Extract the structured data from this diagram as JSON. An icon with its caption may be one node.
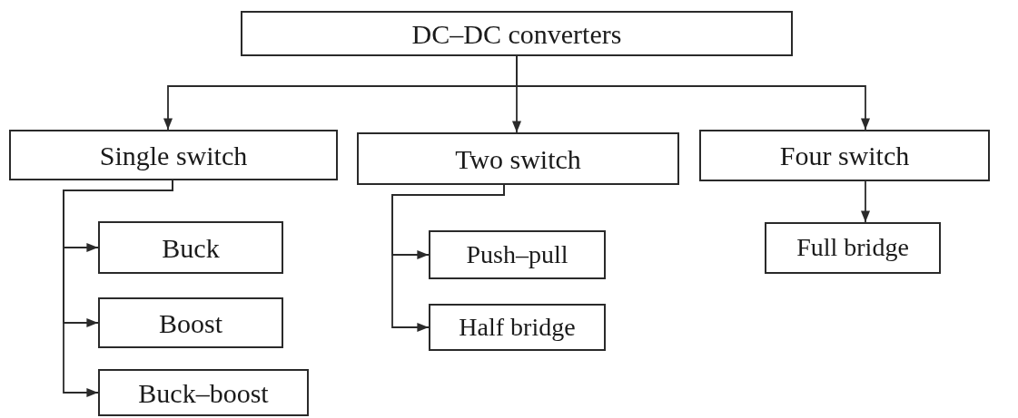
{
  "diagram": {
    "nodes": [
      {
        "text": [
          "DC–DC converters"
        ]
      },
      {
        "text": [
          "Single switch"
        ]
      },
      {
        "text": [
          "Two switch"
        ]
      },
      {
        "text": [
          "Four switch"
        ]
      },
      {
        "text": [
          "Buck"
        ]
      },
      {
        "text": [
          "Boost"
        ]
      },
      {
        "text": [
          "Buck–boost"
        ]
      },
      {
        "text": [
          "Push–pull"
        ]
      },
      {
        "text": [
          "Half bridge"
        ]
      },
      {
        "text": [
          "Full bridge"
        ]
      }
    ],
    "edges": [
      {
        "from": 0,
        "to": 1,
        "arrow": "to"
      },
      {
        "from": 0,
        "to": 2,
        "arrow": "to"
      },
      {
        "from": 0,
        "to": 3,
        "arrow": "to"
      },
      {
        "from": 1,
        "to": 4,
        "arrow": "to"
      },
      {
        "from": 1,
        "to": 5,
        "arrow": "to"
      },
      {
        "from": 1,
        "to": 6,
        "arrow": "to"
      },
      {
        "from": 2,
        "to": 7,
        "arrow": "to"
      },
      {
        "from": 2,
        "to": 8,
        "arrow": "to"
      },
      {
        "from": 3,
        "to": 9,
        "arrow": "to"
      }
    ]
  }
}
